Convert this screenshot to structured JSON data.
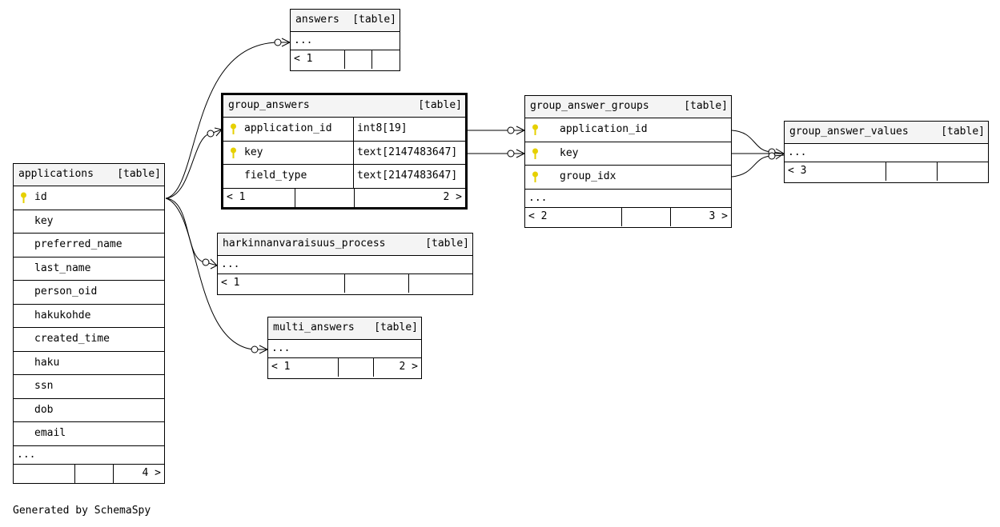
{
  "generated_by": "Generated by SchemaSpy",
  "colors": {
    "key_icon": "#e6d000",
    "header_bg": "#f4f4f4"
  },
  "tables": {
    "answers": {
      "name": "answers",
      "kind": "[table]",
      "more": "...",
      "foot": [
        "< 1",
        "",
        ""
      ]
    },
    "group_answers": {
      "name": "group_answers",
      "kind": "[table]",
      "rows": [
        {
          "key": true,
          "column": "application_id",
          "type": "int8[19]"
        },
        {
          "key": true,
          "column": "key",
          "type": "text[2147483647]"
        },
        {
          "key": false,
          "column": "field_type",
          "type": "text[2147483647]"
        }
      ],
      "foot": [
        "< 1",
        "",
        "2 >"
      ]
    },
    "group_answer_groups": {
      "name": "group_answer_groups",
      "kind": "[table]",
      "rows": [
        {
          "key": true,
          "column": "application_id"
        },
        {
          "key": true,
          "column": "key"
        },
        {
          "key": true,
          "column": "group_idx"
        }
      ],
      "more": "...",
      "foot": [
        "< 2",
        "",
        "3 >"
      ]
    },
    "group_answer_values": {
      "name": "group_answer_values",
      "kind": "[table]",
      "more": "...",
      "foot": [
        "< 3",
        "",
        ""
      ]
    },
    "applications": {
      "name": "applications",
      "kind": "[table]",
      "rows": [
        {
          "key": true,
          "column": "id"
        },
        {
          "key": false,
          "column": "key"
        },
        {
          "key": false,
          "column": "preferred_name"
        },
        {
          "key": false,
          "column": "last_name"
        },
        {
          "key": false,
          "column": "person_oid"
        },
        {
          "key": false,
          "column": "hakukohde"
        },
        {
          "key": false,
          "column": "created_time"
        },
        {
          "key": false,
          "column": "haku"
        },
        {
          "key": false,
          "column": "ssn"
        },
        {
          "key": false,
          "column": "dob"
        },
        {
          "key": false,
          "column": "email"
        }
      ],
      "more": "...",
      "foot": [
        "",
        "",
        "4 >"
      ]
    },
    "harkinnanvaraisuus_process": {
      "name": "harkinnanvaraisuus_process",
      "kind": "[table]",
      "more": "...",
      "foot": [
        "< 1",
        "",
        ""
      ]
    },
    "multi_answers": {
      "name": "multi_answers",
      "kind": "[table]",
      "more": "...",
      "foot": [
        "< 1",
        "",
        "2 >"
      ]
    }
  }
}
